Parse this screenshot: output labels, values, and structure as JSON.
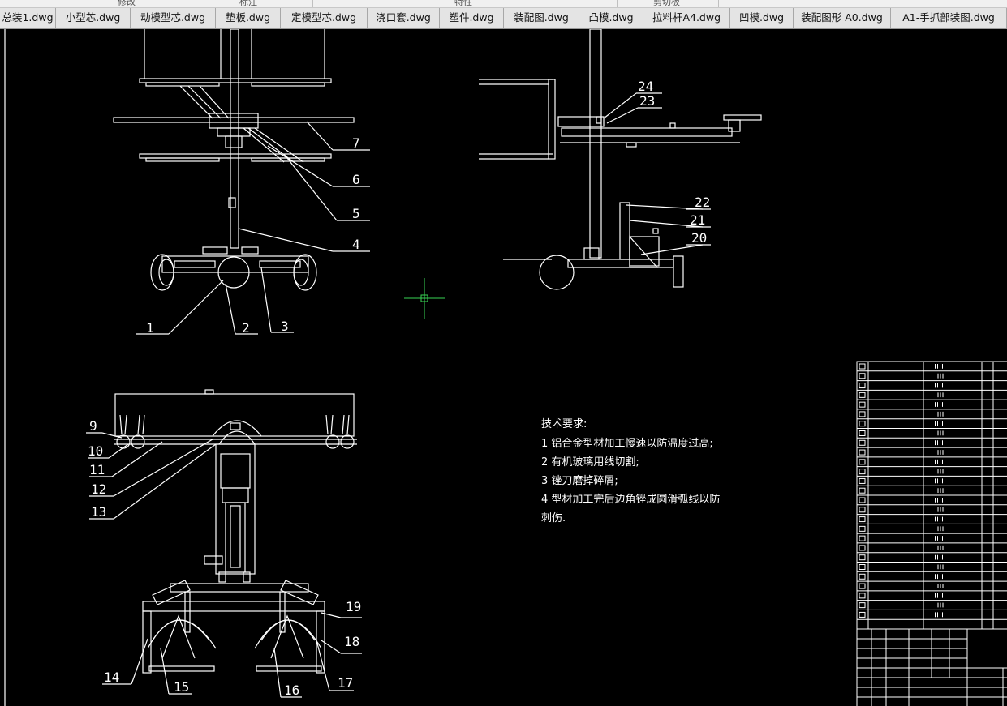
{
  "ribbon": {
    "groups": [
      "修改",
      "标注",
      "特性",
      "剪切板"
    ]
  },
  "tabs": [
    "总装1.dwg",
    "小型芯.dwg",
    "动模型芯.dwg",
    "垫板.dwg",
    "定模型芯.dwg",
    "浇口套.dwg",
    "塑件.dwg",
    "装配图.dwg",
    "凸模.dwg",
    "拉料杆A4.dwg",
    "凹模.dwg",
    "装配图形 A0.dwg",
    "A1-手抓部装图.dwg"
  ],
  "colors": {
    "background": "#000000",
    "lines": "#ffffff",
    "cursor": "#39d353",
    "tab_bg": "#e4e4e4"
  },
  "balloons": [
    "1",
    "2",
    "3",
    "4",
    "5",
    "6",
    "7",
    "9",
    "10",
    "11",
    "12",
    "13",
    "14",
    "15",
    "16",
    "17",
    "18",
    "19",
    "20",
    "21",
    "22",
    "23",
    "24"
  ],
  "technical_requirements": {
    "title": "技术要求:",
    "lines": [
      "1  铝合金型材加工慢速以防温度过高;",
      "2  有机玻璃用线切割;",
      "3  锉刀磨掉碎屑;",
      "4  型材加工完后边角锉成圆滑弧线以防",
      "刺伤."
    ]
  }
}
